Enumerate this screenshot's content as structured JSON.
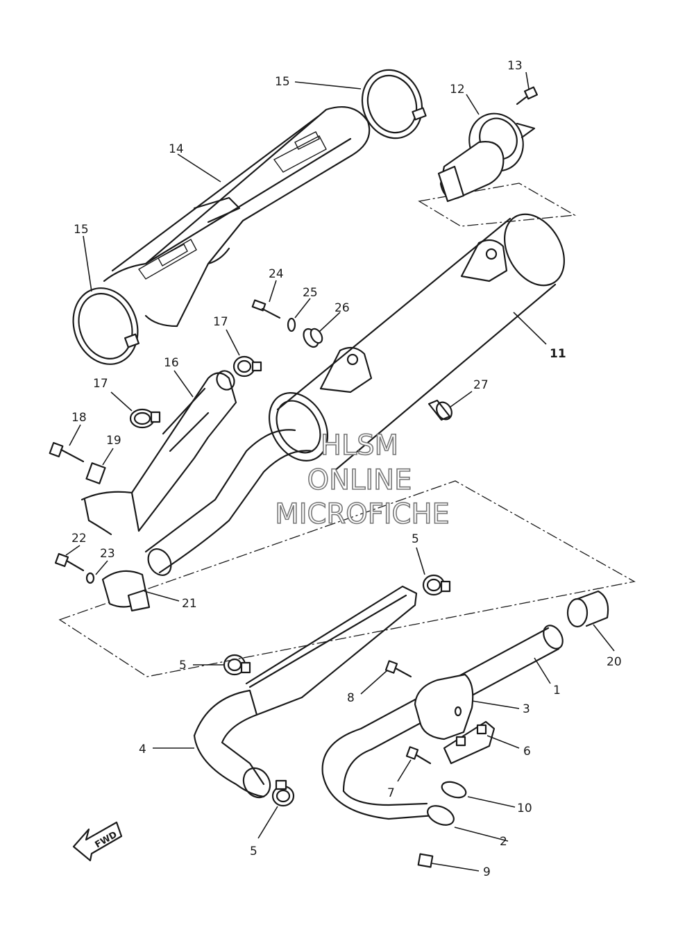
{
  "diagram": {
    "callouts": [
      {
        "id": "c13",
        "text": "13"
      },
      {
        "id": "c12",
        "text": "12"
      },
      {
        "id": "c15a",
        "text": "15"
      },
      {
        "id": "c14",
        "text": "14"
      },
      {
        "id": "c15b",
        "text": "15"
      },
      {
        "id": "c24",
        "text": "24"
      },
      {
        "id": "c25",
        "text": "25"
      },
      {
        "id": "c26",
        "text": "26"
      },
      {
        "id": "c11",
        "text": "11"
      },
      {
        "id": "c17a",
        "text": "17"
      },
      {
        "id": "c16",
        "text": "16"
      },
      {
        "id": "c17b",
        "text": "17"
      },
      {
        "id": "c27",
        "text": "27"
      },
      {
        "id": "c18",
        "text": "18"
      },
      {
        "id": "c19",
        "text": "19"
      },
      {
        "id": "c22",
        "text": "22"
      },
      {
        "id": "c23",
        "text": "23"
      },
      {
        "id": "c21",
        "text": "21"
      },
      {
        "id": "c5a",
        "text": "5"
      },
      {
        "id": "c20",
        "text": "20"
      },
      {
        "id": "c5b",
        "text": "5"
      },
      {
        "id": "c1",
        "text": "1"
      },
      {
        "id": "c8",
        "text": "8"
      },
      {
        "id": "c3",
        "text": "3"
      },
      {
        "id": "c4",
        "text": "4"
      },
      {
        "id": "c6",
        "text": "6"
      },
      {
        "id": "c7",
        "text": "7"
      },
      {
        "id": "c10",
        "text": "10"
      },
      {
        "id": "c2",
        "text": "2"
      },
      {
        "id": "c5c",
        "text": "5"
      },
      {
        "id": "c9",
        "text": "9"
      }
    ],
    "watermark": [
      "HLSM",
      "ONLINE",
      "MICROFICHE"
    ],
    "direction_label": "FWD"
  }
}
